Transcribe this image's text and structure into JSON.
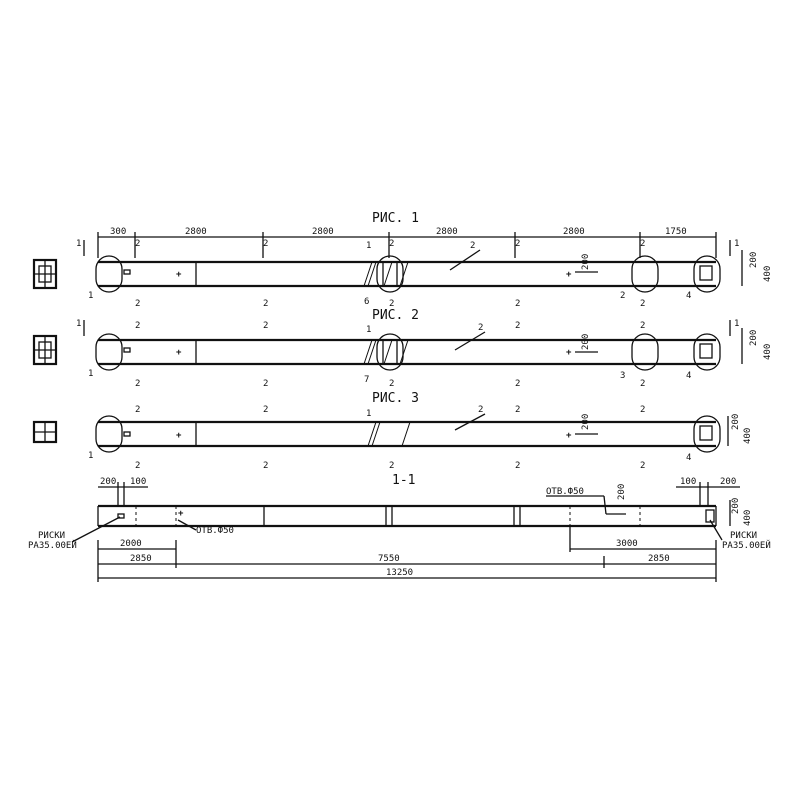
{
  "figures": {
    "fig1_title": "РИС. 1",
    "fig2_title": "РИС. 2",
    "fig3_title": "РИС. 3",
    "section_title": "1-1"
  },
  "dimensions": {
    "d300": "300",
    "d2800": "2800",
    "d1750": "1750",
    "d200": "200",
    "d400": "400",
    "d100": "100",
    "d2000": "2000",
    "d3000": "3000",
    "d2850": "2850",
    "d7550": "7550",
    "d13250": "13250"
  },
  "markers": {
    "cut1": "1",
    "cut2": "2",
    "pos1": "1",
    "pos2": "2",
    "pos3": "3",
    "pos4": "4",
    "pos6": "6",
    "pos7": "7"
  },
  "notes": {
    "hole": "ОТВ.Ф50",
    "risks_label": "РИСКИ",
    "risks_code": "РА35.00ЕЙ"
  }
}
